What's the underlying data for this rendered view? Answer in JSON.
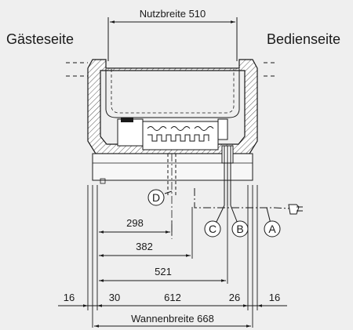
{
  "labels": {
    "usable_width": "Nutzbreite 510",
    "guest_side": "Gästeseite",
    "operator_side": "Bedienseite",
    "tub_width": "Wannenbreite 668"
  },
  "callouts": {
    "a": "A",
    "b": "B",
    "c": "C",
    "d": "D"
  },
  "dimensions": {
    "d298": "298",
    "d382": "382",
    "d521": "521",
    "d16_left": "16",
    "d30": "30",
    "d612": "612",
    "d26": "26",
    "d16_right": "16"
  },
  "colors": {
    "background": "#efefef",
    "line": "#1a1a1a",
    "hatch": "#555555"
  }
}
